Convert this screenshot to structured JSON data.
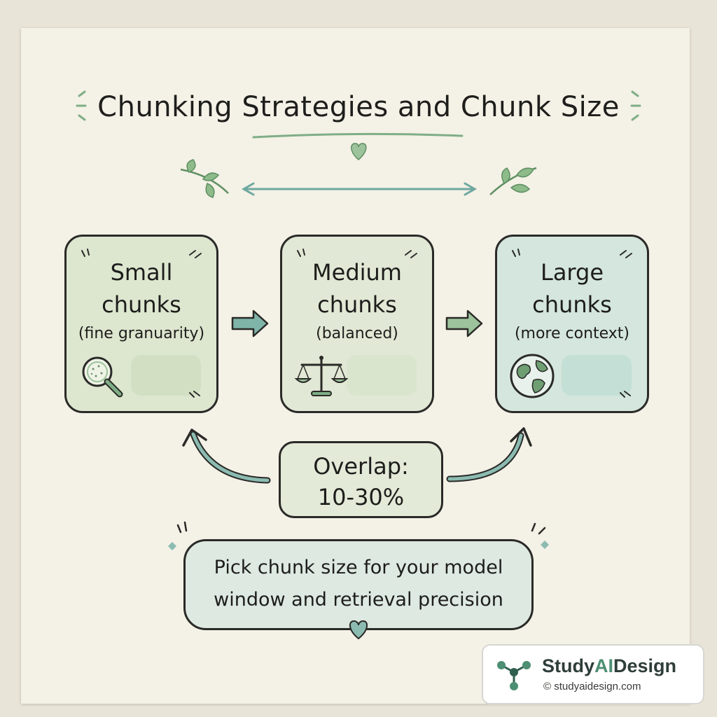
{
  "title": "Chunking Strategies and Chunk Size",
  "boxes": [
    {
      "line1": "Small",
      "line2": "chunks",
      "sub": "(fine granuarity)",
      "icon": "magnifier-icon"
    },
    {
      "line1": "Medium",
      "line2": "chunks",
      "sub": "(balanced)",
      "icon": "balance-scale-icon"
    },
    {
      "line1": "Large",
      "line2": "chunks",
      "sub": "(more context)",
      "icon": "globe-icon"
    }
  ],
  "overlap": {
    "line1": "Overlap:",
    "line2": "10-30%"
  },
  "note": {
    "line1": "Pick chunk size for your model",
    "line2": "window and retrieval precision"
  },
  "brand": {
    "name_prefix": "Study",
    "name_accent": "AI",
    "name_suffix": "Design",
    "url": "© studyaidesign.com"
  },
  "colors": {
    "accent_green": "#7fae86",
    "accent_teal": "#6fa8a0",
    "ink": "#2a2a28"
  }
}
